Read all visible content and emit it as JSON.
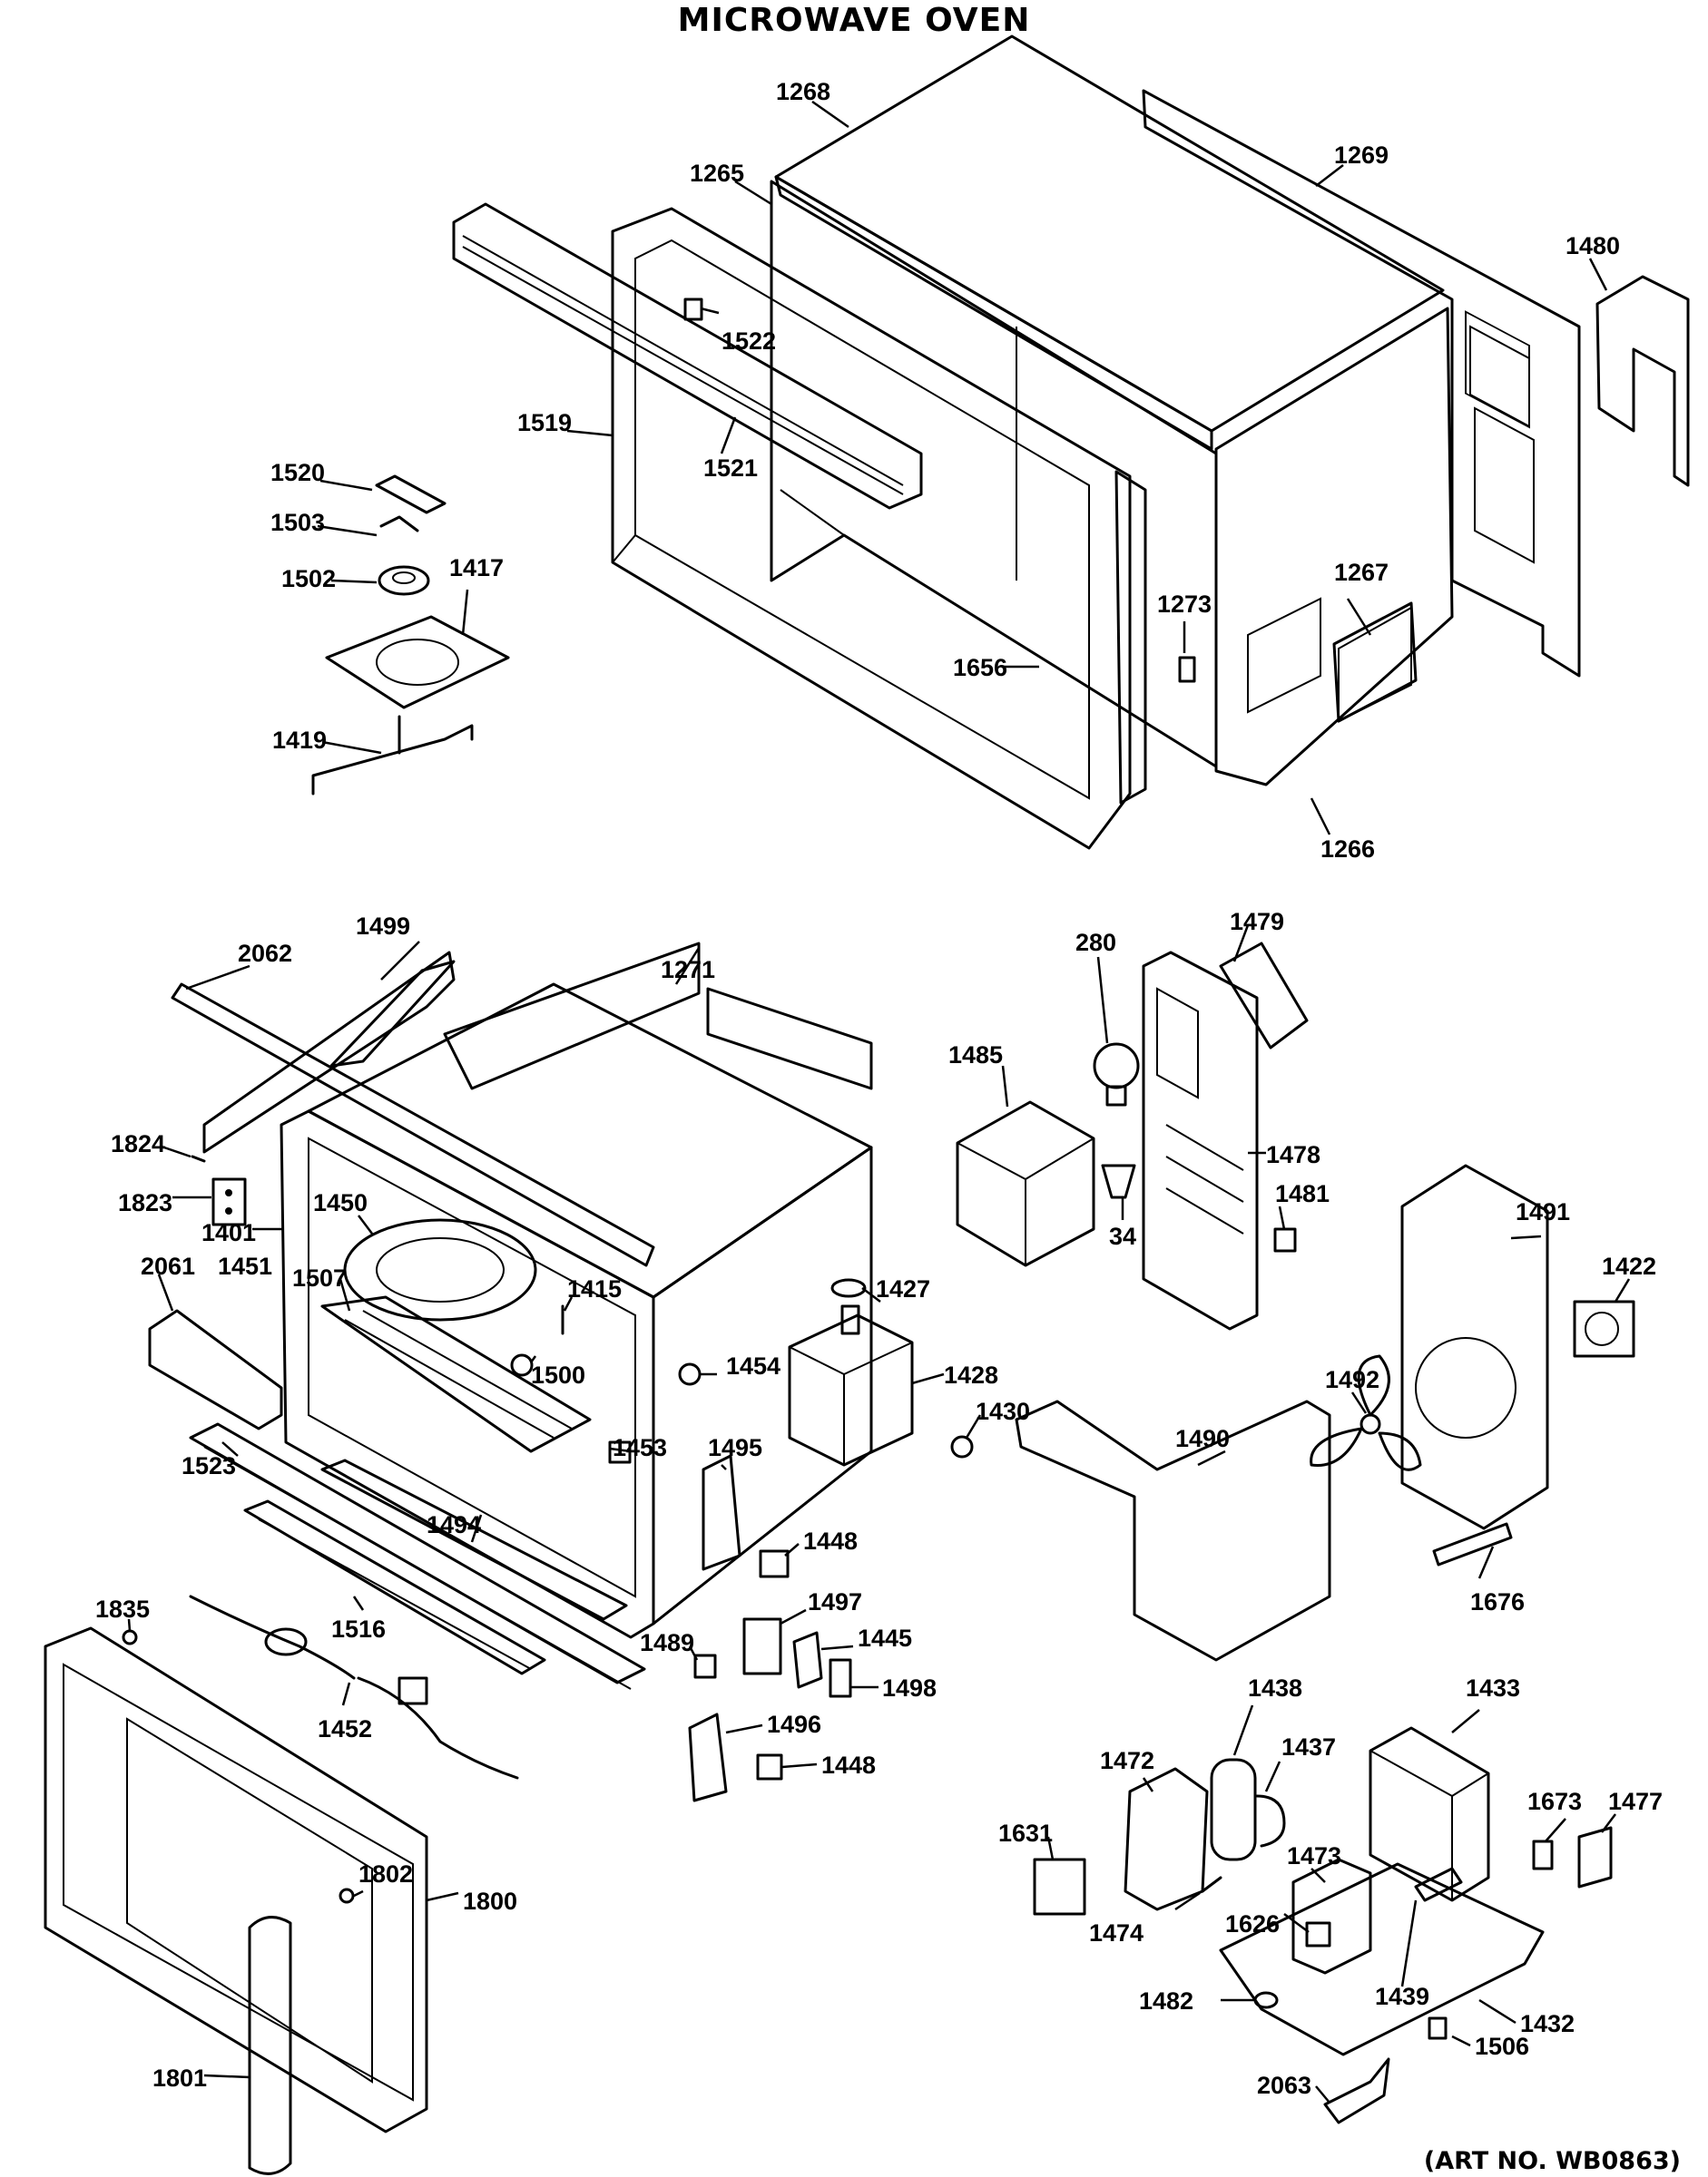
{
  "title": "MICROWAVE OVEN",
  "art_no": "(ART NO. WB0863)",
  "labels": {
    "l1268": "1268",
    "l1265": "1265",
    "l1269": "1269",
    "l1480": "1480",
    "l1522": "1522",
    "l1519": "1519",
    "l1521": "1521",
    "l1520": "1520",
    "l1503": "1503",
    "l1502": "1502",
    "l1417": "1417",
    "l1419": "1419",
    "l1656": "1656",
    "l1273": "1273",
    "l1267": "1267",
    "l1266": "1266",
    "l2062": "2062",
    "l1499": "1499",
    "l1271": "1271",
    "l280": "280",
    "l1479": "1479",
    "l1485": "1485",
    "l1478": "1478",
    "l34": "34",
    "l1824": "1824",
    "l1823": "1823",
    "l1401": "1401",
    "l1450": "1450",
    "l1451": "1451",
    "l2061": "2061",
    "l1507": "1507",
    "l1415": "1415",
    "l1427": "1427",
    "l1481": "1481",
    "l1491": "1491",
    "l1422": "1422",
    "l1454": "1454",
    "l1500": "1500",
    "l1428": "1428",
    "l1492": "1492",
    "l1430": "1430",
    "l1495": "1495",
    "l1490": "1490",
    "l1523": "1523",
    "l1453": "1453",
    "l1494": "1494",
    "l1448a": "1448",
    "l1676": "1676",
    "l1835": "1835",
    "l1497": "1497",
    "l1516": "1516",
    "l1445": "1445",
    "l1489": "1489",
    "l1498": "1498",
    "l1438": "1438",
    "l1433": "1433",
    "l1452": "1452",
    "l1496": "1496",
    "l1448b": "1448",
    "l1472": "1472",
    "l1437": "1437",
    "l1673": "1673",
    "l1477": "1477",
    "l1631": "1631",
    "l1473": "1473",
    "l1802": "1802",
    "l1800": "1800",
    "l1474": "1474",
    "l1626": "1626",
    "l1482": "1482",
    "l1439": "1439",
    "l1432": "1432",
    "l1506": "1506",
    "l2063": "2063",
    "l1801": "1801"
  }
}
